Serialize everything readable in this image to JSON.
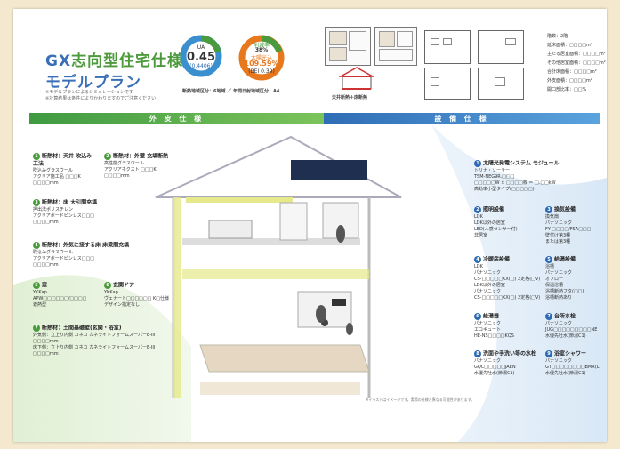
{
  "title": {
    "line1_pre": "GX",
    "line1_main": "志向型住宅仕様",
    "line2": "モデルプラン"
  },
  "notes": [
    "※モデルプランによるシミュレーションです",
    "※計算結果は条件によりかわりますのでご注意ください"
  ],
  "ua": {
    "label": "UA",
    "value": "0.45",
    "sub": "(0.4406)"
  },
  "energy": {
    "label": "削減率",
    "value1": "38%",
    "label2": "太陽光込",
    "value2": "109.59%",
    "sub": "(BEI 0.39)"
  },
  "region": "断熱地域区分：6地域 ／ 年間日射地域区分：A4",
  "insulation_caption": "天井断熱＋床断熱",
  "specs": {
    "rows": [
      {
        "label": "階数：",
        "value": "2階"
      },
      {
        "label": "延床面積：",
        "value": "□□□□m²"
      },
      {
        "label": "主たる居室面積：",
        "value": "□□□□m²"
      },
      {
        "label": "その他居室面積：",
        "value": "□□□□m²"
      },
      {
        "label": "合計床面積：",
        "value": "□□□□m²"
      },
      {
        "label": "外皮面積：",
        "value": "□□□□m²"
      },
      {
        "label": "開口部比率：",
        "value": "□□%"
      }
    ]
  },
  "sections": {
    "left": "外 皮 仕 様",
    "right": "設 備 仕 様"
  },
  "left_items": [
    {
      "n": "1",
      "head": "断熱材：天井 吹込み工法",
      "body": [
        "吹込みグラスウール",
        "アクリア施工品 □□□K",
        "□□□□mm"
      ]
    },
    {
      "n": "2",
      "head": "断熱材：外壁 充填断熱",
      "body": [
        "高性能グラスウール",
        "アクリアネクスト □□□K",
        "□□□□mm"
      ]
    },
    {
      "n": "3",
      "head": "断熱材：床 大引間充填",
      "body": [
        "押出法ポリスチレン",
        "アクリアボードピンレス□□□",
        "□□□□mm"
      ]
    },
    {
      "n": "4",
      "head": "断熱材：外気に接する床 床梁間充填",
      "body": [
        "吹込みグラスウール",
        "アクリアボードピンレス□□□",
        "□□□□mm"
      ]
    },
    {
      "n": "5",
      "head": "窓",
      "body": [
        "YKKap",
        "APW□□□□□□/□□□□",
        "遮熱型"
      ]
    },
    {
      "n": "6",
      "head": "玄関ドア",
      "body": [
        "YKKap",
        "ヴェナート□□□□□□ K□仕様",
        "デザイン指定なし"
      ]
    },
    {
      "n": "7",
      "head": "断熱材：土間基礎壁(玄関・浴室)",
      "body": [
        "外気側：立上り内側 カネカ カネライトフォームスーパーE-III □□□□mm",
        "床下側：立上り内側 カネカ カネライトフォームスーパーE-III □□□□mm"
      ]
    }
  ],
  "right_items": [
    {
      "n": "1",
      "head": "太陽光発電システム モジュール",
      "body": [
        "トリナ・ソーラー",
        "TSM-NEG9R.□□□",
        "□□□□□W × □□□□枚 ＝ □.□□kW",
        "高効率小型タイプ(□□□□□)"
      ]
    },
    {
      "n": "2",
      "head": "照明設備",
      "body": [
        "LDK",
        "LDK以外の居室",
        "LED(人感センサー付)",
        "非居室"
      ]
    },
    {
      "n": "3",
      "head": "換気設備",
      "body": [
        "換気扇",
        "パナソニック",
        "FY-□□□□/FSA□□□",
        "壁付け第3種",
        "または第3種"
      ]
    },
    {
      "n": "4",
      "head": "冷暖房設備",
      "body": [
        "LDK",
        "パナソニック",
        "CS-□□□□□KX(□) 2定格(□V)",
        "LDK以外の居室",
        "パナソニック",
        "CS-□□□□□KX(□) 2定格(□V)"
      ]
    },
    {
      "n": "5",
      "head": "給湯設備",
      "body": [
        "浴槽",
        "パナソニック",
        "オフロー",
        "保温浴槽",
        "浴槽断熱フタ(□□)",
        "浴槽断熱あり"
      ]
    },
    {
      "n": "6",
      "head": "給湯器",
      "body": [
        "パナソニック",
        "エコキュート",
        "HE-NS□□□□KQS"
      ]
    },
    {
      "n": "7",
      "head": "台所水栓",
      "body": [
        "パナソニック",
        "JUG□□□□□□□□□NE",
        "水優先吐水(節湯C1)"
      ]
    },
    {
      "n": "8",
      "head": "洗面や手洗い等の水栓",
      "body": [
        "パナソニック",
        "GQC□□□□□JAEN",
        "水優先吐水(節湯C1)"
      ]
    },
    {
      "n": "9",
      "head": "浴室シャワー",
      "body": [
        "パナソニック",
        "GT□□□□□□□□BMR(L)",
        "水優先吐水(節湯C1)"
      ]
    }
  ],
  "disclaimer": "※イラストはイメージです。実際の仕様と異なる可能性があります。",
  "colors": {
    "green": "#4a9b3d",
    "blue": "#2e6ab3",
    "orange": "#e8781e"
  }
}
